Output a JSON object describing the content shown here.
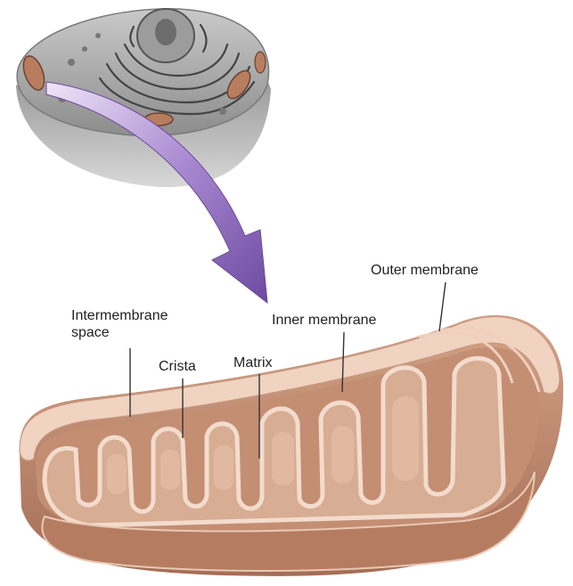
{
  "labels": {
    "outer_membrane": "Outer membrane",
    "inner_membrane": "Inner membrane",
    "intermembrane_space": "Intermembrane space",
    "crista": "Crista",
    "matrix": "Matrix"
  },
  "colors": {
    "arrow": "#9a78c8",
    "arrow_dark": "#6b4a9c",
    "mito_body": "#d2a48a",
    "mito_light": "#ecc9b3",
    "mito_dark": "#a9735b",
    "membrane_edge": "#f4dccd",
    "cell_gray": "#a9a9a9",
    "cell_dark": "#5e5e5e",
    "label_line": "#333333"
  }
}
